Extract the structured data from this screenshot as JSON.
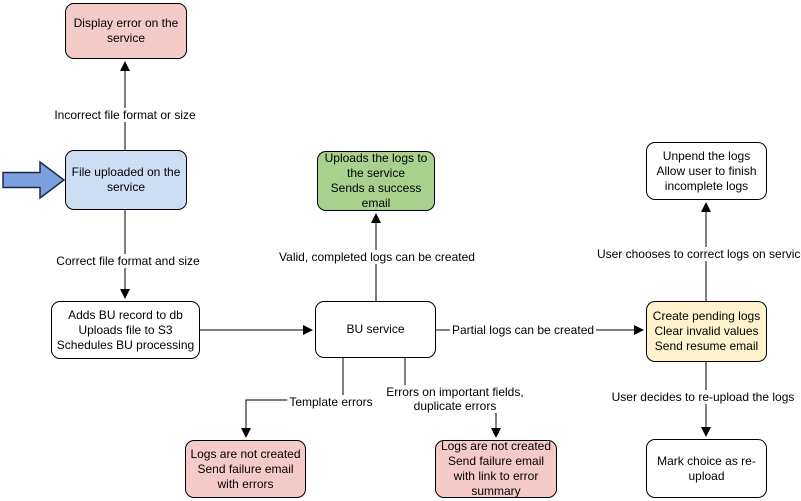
{
  "colors": {
    "canvas-bg": "#FFFFFF",
    "node-pink": "#F5CBCA",
    "node-blue": "#CDDEF2",
    "node-green": "#A9D18E",
    "node-yellow": "#FFF2CC",
    "node-white": "#FFFFFF",
    "node-stroke": "#000000",
    "edge-stroke": "#000000",
    "entry-arrow-fill": "#7C9FDE",
    "entry-arrow-stroke": "#1B2A4A"
  },
  "nodes": {
    "display_error": {
      "label": "Display error on the service",
      "color": "pink"
    },
    "file_uploaded": {
      "label": "File uploaded on the service",
      "color": "blue"
    },
    "adds_bu_record": {
      "label": "Adds BU record to db\nUploads file to S3\nSchedules BU processing",
      "color": "white"
    },
    "bu_service": {
      "label": "BU service",
      "color": "white"
    },
    "uploads_logs": {
      "label": "Uploads the logs to the service\nSends a success email",
      "color": "green"
    },
    "create_pending": {
      "label": "Create pending logs\nClear invalid values\nSend resume email",
      "color": "yellow"
    },
    "unpend_logs": {
      "label": "Unpend the logs\nAllow user to finish incomplete logs",
      "color": "white"
    },
    "mark_reupload": {
      "label": "Mark choice as re-upload",
      "color": "white"
    },
    "logs_not_created_template": {
      "label": "Logs are not created\nSend failure email with errors",
      "color": "pink"
    },
    "logs_not_created_fields": {
      "label": "Logs are not created\nSend failure email with link to error summary",
      "color": "pink"
    }
  },
  "edges": {
    "incorrect_format": {
      "label": "Incorrect file format or size"
    },
    "correct_format": {
      "label": "Correct file format and size"
    },
    "valid_completed": {
      "label": "Valid, completed logs can be created"
    },
    "partial_logs": {
      "label": "Partial logs can be created"
    },
    "template_errors": {
      "label": "Template errors"
    },
    "important_field_errors": {
      "label": "Errors on important fields, duplicate errors"
    },
    "user_corrects": {
      "label": "User chooses to correct logs on service"
    },
    "user_reuploads": {
      "label": "User decides to re-upload the logs"
    }
  }
}
